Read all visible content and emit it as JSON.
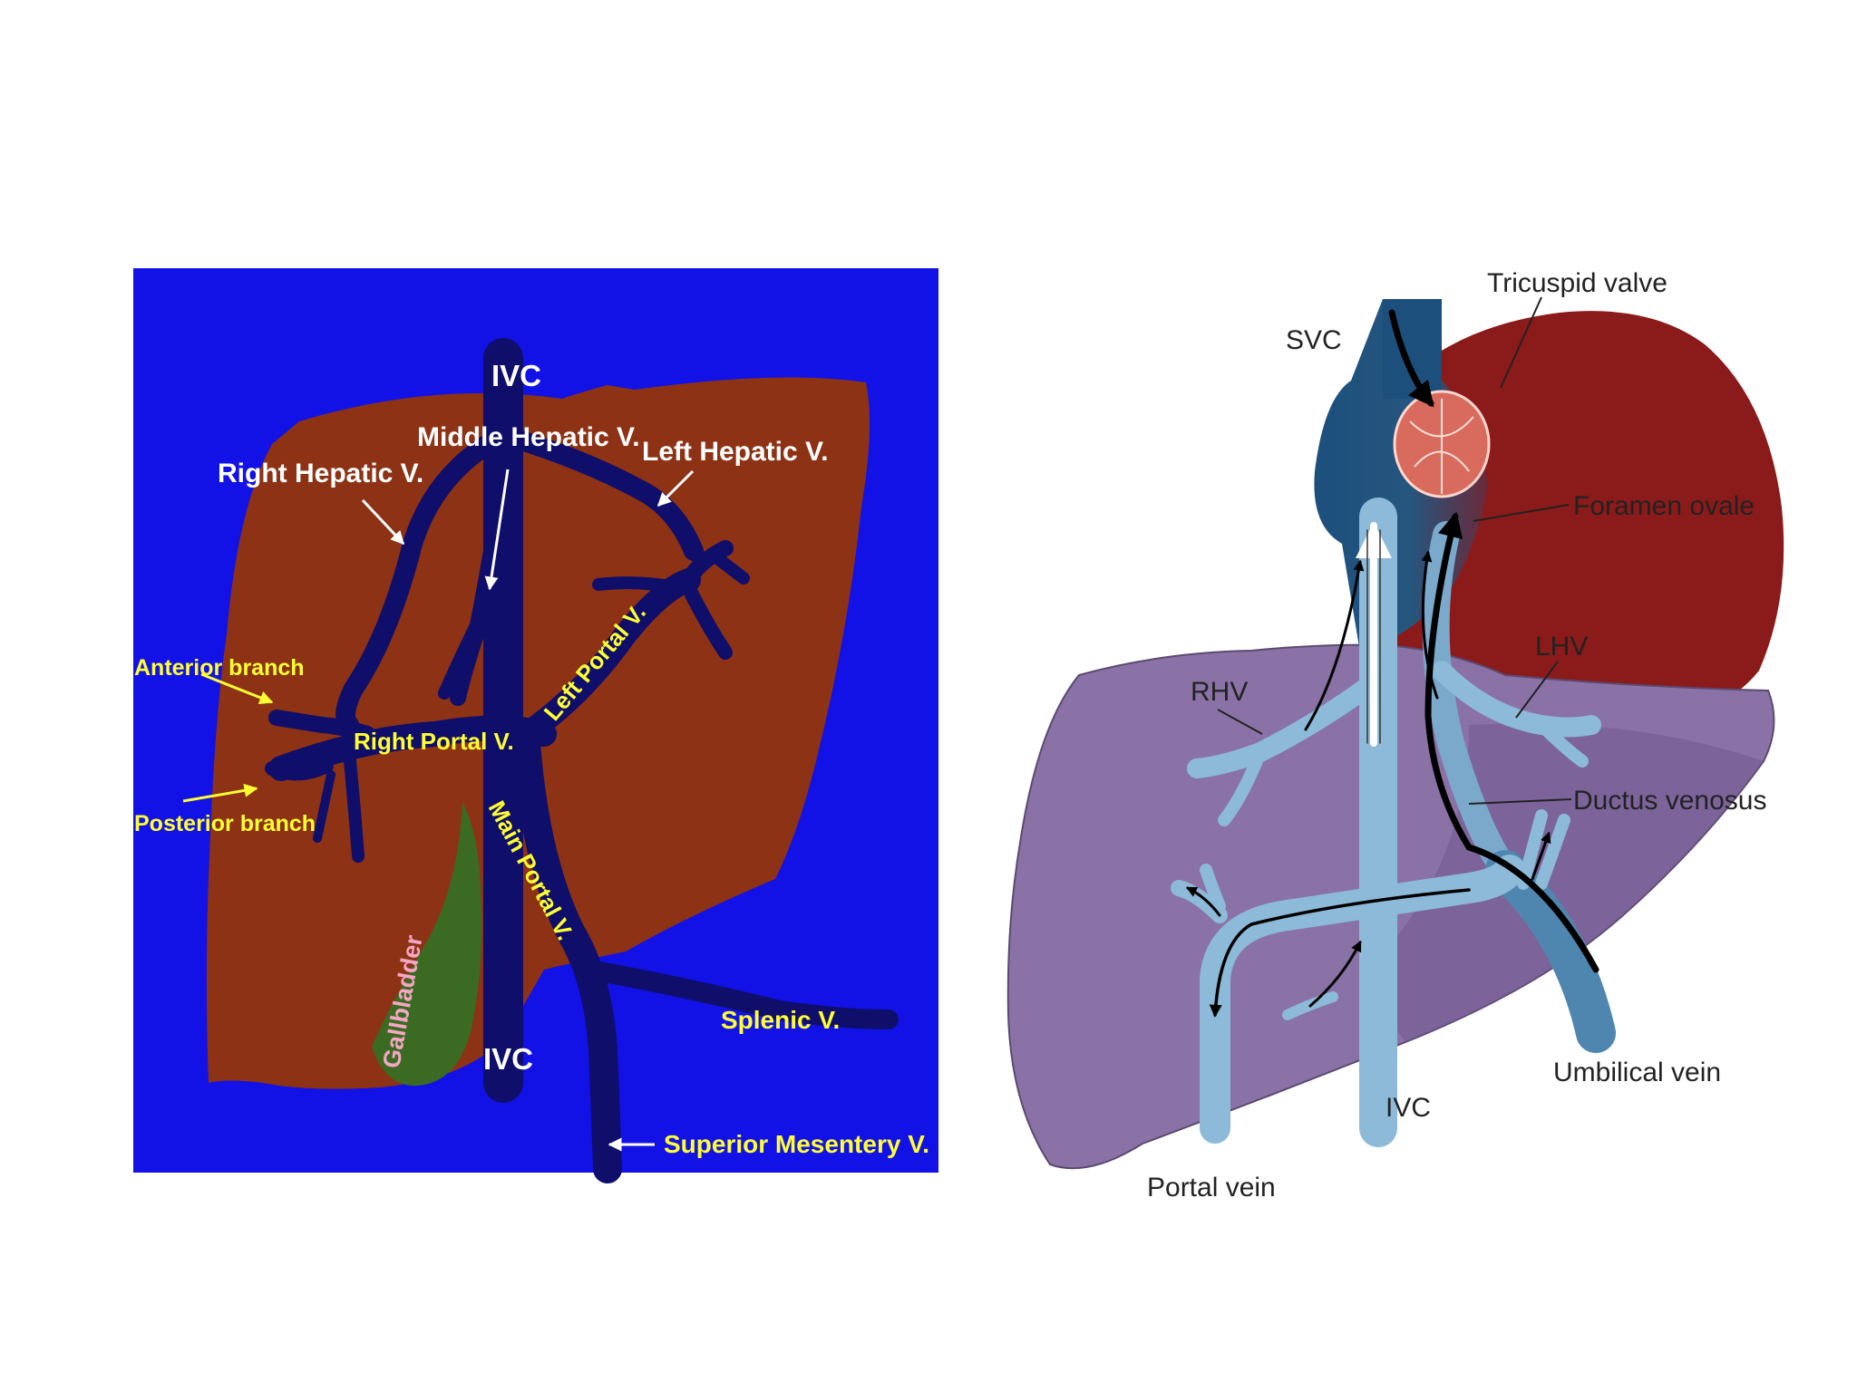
{
  "colors": {
    "panel_bg": "#1212e6",
    "liver_brown": "#8d3215",
    "vein_navy": "#0f0e6a",
    "gallbladder_green": "#3b6b22",
    "white_label": "#ffffff",
    "yellow_label": "#ffff33",
    "pink_label": "#f4a6c4",
    "heart_red": "#8b1a1a",
    "atrium_blue": "#1c4f7a",
    "fetal_liver": "#8a72a6",
    "fetal_vessel": "#8cbad8",
    "right_label": "#222222"
  },
  "left_diagram": {
    "labels": {
      "ivc_top": "IVC",
      "ivc_bottom": "IVC",
      "middle_hepatic": "Middle Hepatic V.",
      "left_hepatic": "Left Hepatic V.",
      "right_hepatic": "Right Hepatic V.",
      "anterior_branch": "Anterior branch",
      "posterior_branch": "Posterior branch",
      "right_portal": "Right Portal V.",
      "left_portal": "Left Portal V.",
      "main_portal": "Main Portal V.",
      "gallbladder": "Gallbladder",
      "splenic": "Splenic V.",
      "superior_mesentery": "Superior Mesentery V."
    }
  },
  "right_diagram": {
    "labels": {
      "svc": "SVC",
      "tricuspid": "Tricuspid valve",
      "foramen_ovale": "Foramen ovale",
      "lhv": "LHV",
      "rhv": "RHV",
      "ductus_venosus": "Ductus venosus",
      "umbilical_vein": "Umbilical vein",
      "ivc": "IVC",
      "portal_vein": "Portal vein"
    }
  }
}
